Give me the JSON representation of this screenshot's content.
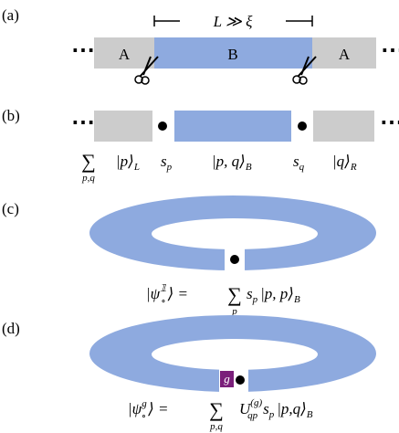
{
  "panels": [
    "(a)",
    "(b)",
    "(c)",
    "(d)"
  ],
  "panel_a": {
    "length_label": "L ≫ ξ",
    "segments": [
      "A",
      "B",
      "A"
    ],
    "ellipsis": "⋯"
  },
  "panel_b": {
    "ellipsis": "⋯",
    "sum_sign": "∑",
    "sum_index": "p,q",
    "left_ket": "|p⟩",
    "left_sub": "L",
    "sp": "s",
    "sp_sub": "p",
    "mid_ket": "|p, q⟩",
    "mid_sub": "B",
    "sq": "s",
    "sq_sub": "q",
    "right_ket": "|q⟩",
    "right_sub": "R"
  },
  "panel_c": {
    "lhs": "|ψ",
    "lhs_sup": "𝟙",
    "lhs_sub": "∘",
    "lhs_close": "⟩ =",
    "sum_sign": "∑",
    "sum_index": "p",
    "coef": "s",
    "coef_sub": "p",
    "ket": "|p, p⟩",
    "ket_sub": "B"
  },
  "panel_d": {
    "g_box": "g",
    "lhs": "|ψ",
    "lhs_sup": "g",
    "lhs_sub": "∘",
    "lhs_close": "⟩ =",
    "sum_sign": "∑",
    "sum_index": "p,q",
    "unitary": "U",
    "unitary_sup": "(g)",
    "unitary_sub": "qp",
    "coef": "s",
    "coef_sub": "p",
    "ket": "|p,q⟩",
    "ket_sub": "B"
  },
  "colors": {
    "gray": "#cccccc",
    "blue": "#8eaadf",
    "purple": "#7a1f7a",
    "black": "#000000"
  },
  "icons": [
    "scissors-icon",
    "scissors-icon",
    "black-dot",
    "black-dot"
  ]
}
